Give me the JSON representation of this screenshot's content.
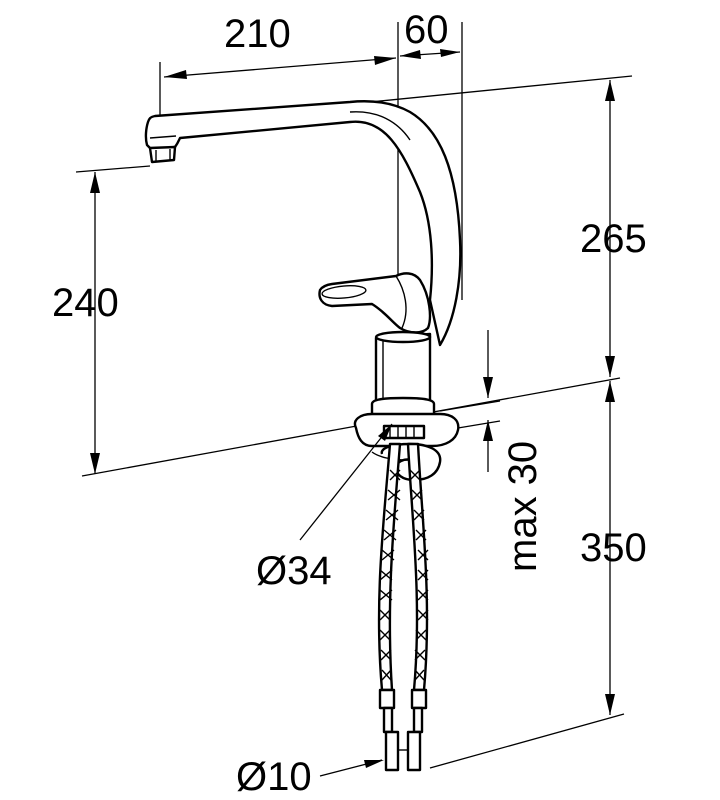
{
  "dimensions": {
    "spout_reach": "210",
    "spout_offset": "60",
    "spout_height": "240",
    "overall_height": "265",
    "mounting_thickness": "max 30",
    "hole_diameter": "Ø34",
    "hose_length": "350",
    "hose_connection": "Ø10"
  }
}
